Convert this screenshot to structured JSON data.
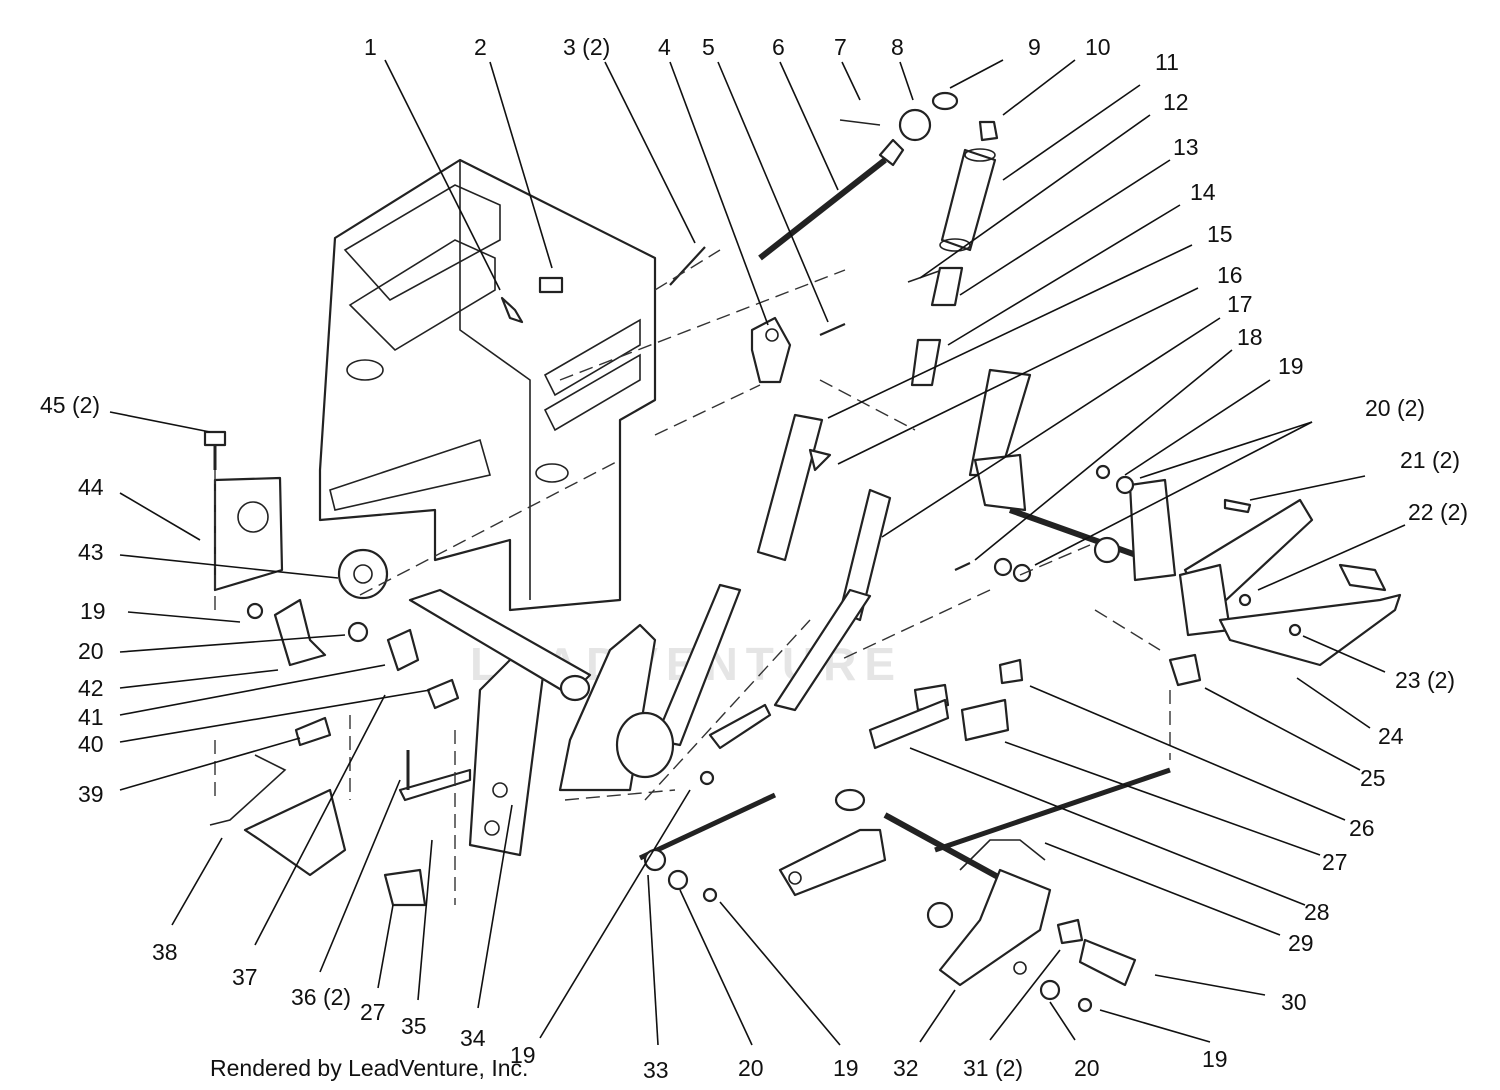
{
  "diagram": {
    "credit": "Rendered by LeadVenture, Inc.",
    "watermark": "LEADVENTURE",
    "callouts": [
      {
        "id": "c1",
        "text": "1"
      },
      {
        "id": "c2",
        "text": "2"
      },
      {
        "id": "c3",
        "text": "3 (2)"
      },
      {
        "id": "c4",
        "text": "4"
      },
      {
        "id": "c5",
        "text": "5"
      },
      {
        "id": "c6",
        "text": "6"
      },
      {
        "id": "c7",
        "text": "7"
      },
      {
        "id": "c8",
        "text": "8"
      },
      {
        "id": "c9",
        "text": "9"
      },
      {
        "id": "c10",
        "text": "10"
      },
      {
        "id": "c11",
        "text": "11"
      },
      {
        "id": "c12",
        "text": "12"
      },
      {
        "id": "c13",
        "text": "13"
      },
      {
        "id": "c14",
        "text": "14"
      },
      {
        "id": "c15",
        "text": "15"
      },
      {
        "id": "c16",
        "text": "16"
      },
      {
        "id": "c17",
        "text": "17"
      },
      {
        "id": "c18",
        "text": "18"
      },
      {
        "id": "c19a",
        "text": "19"
      },
      {
        "id": "c20a",
        "text": "20 (2)"
      },
      {
        "id": "c21",
        "text": "21 (2)"
      },
      {
        "id": "c22",
        "text": "22 (2)"
      },
      {
        "id": "c23",
        "text": "23 (2)"
      },
      {
        "id": "c24",
        "text": "24"
      },
      {
        "id": "c25",
        "text": "25"
      },
      {
        "id": "c26",
        "text": "26"
      },
      {
        "id": "c27a",
        "text": "27"
      },
      {
        "id": "c28",
        "text": "28"
      },
      {
        "id": "c29",
        "text": "29"
      },
      {
        "id": "c30",
        "text": "30"
      },
      {
        "id": "c45",
        "text": "45 (2)"
      },
      {
        "id": "c44",
        "text": "44"
      },
      {
        "id": "c43",
        "text": "43"
      },
      {
        "id": "c19b",
        "text": "19"
      },
      {
        "id": "c20b",
        "text": "20"
      },
      {
        "id": "c42",
        "text": "42"
      },
      {
        "id": "c41",
        "text": "41"
      },
      {
        "id": "c40",
        "text": "40"
      },
      {
        "id": "c39",
        "text": "39"
      },
      {
        "id": "c38",
        "text": "38"
      },
      {
        "id": "c37",
        "text": "37"
      },
      {
        "id": "c36",
        "text": "36 (2)"
      },
      {
        "id": "c27b",
        "text": "27"
      },
      {
        "id": "c35",
        "text": "35"
      },
      {
        "id": "c34",
        "text": "34"
      },
      {
        "id": "c19c",
        "text": "19"
      },
      {
        "id": "c33",
        "text": "33"
      },
      {
        "id": "c20c",
        "text": "20"
      },
      {
        "id": "c19d",
        "text": "19"
      },
      {
        "id": "c32",
        "text": "32"
      },
      {
        "id": "c31",
        "text": "31 (2)"
      },
      {
        "id": "c20d",
        "text": "20"
      },
      {
        "id": "c19e",
        "text": "19"
      }
    ]
  }
}
